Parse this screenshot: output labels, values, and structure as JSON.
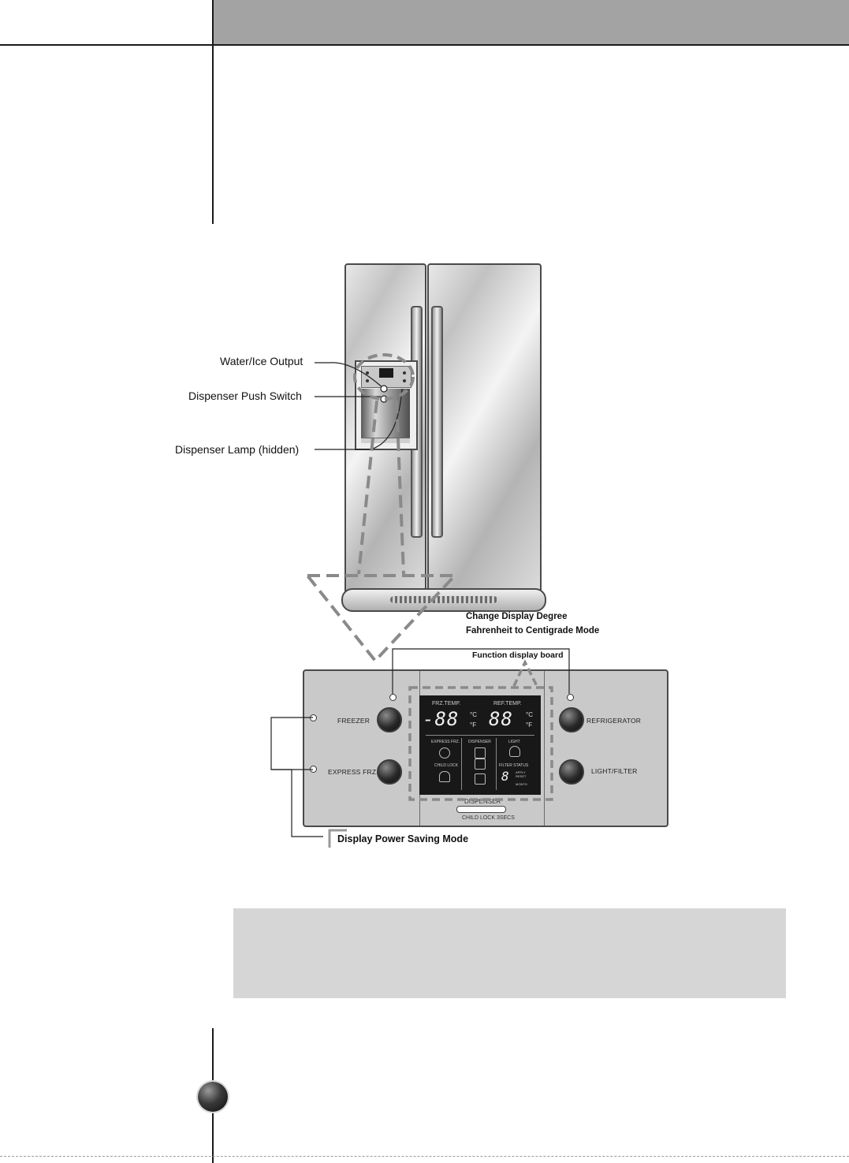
{
  "figure": {
    "callouts": {
      "water_ice_output": "Water/Ice Output",
      "dispenser_push_switch": "Dispenser Push Switch",
      "dispenser_lamp": "Dispenser Lamp (hidden)"
    },
    "board_notes": {
      "change_display_line1": "Change Display Degree",
      "change_display_line2": "Fahrenheit to Centigrade Mode",
      "function_display_board": "Function display board",
      "display_power_saving": "Display Power Saving Mode"
    },
    "panel": {
      "freezer": "FREEZER",
      "express_frz": "EXPRESS FRZ.",
      "refrigerator": "REFRIGERATOR",
      "light_filter": "LIGHT/FILTER",
      "dispenser": "DISPENSER",
      "child_lock": "CHILD LOCK 3SECS"
    },
    "screen": {
      "frz_temp": "FRZ.TEMP.",
      "ref_temp": "REF.TEMP.",
      "frz_value": "-88",
      "ref_value": "88",
      "unit_c": "°C",
      "unit_f": "°F",
      "express_frz": "EXPRESS FRZ.",
      "dispenser": "DISPENSER",
      "light": "LIGHT",
      "child_lock": "CHILD LOCK",
      "filter_status": "FILTER STATUS",
      "filter_digit": "8",
      "apply_reset": "APPLY RESET",
      "month": "MONTH"
    }
  }
}
